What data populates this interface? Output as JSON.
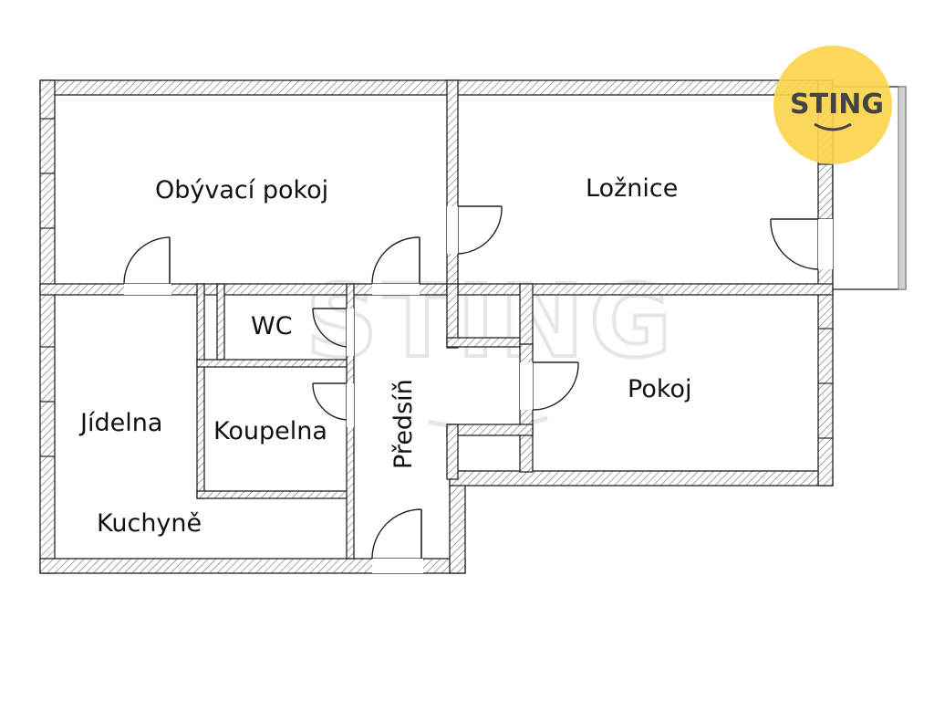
{
  "plan": {
    "rooms": {
      "obyvaci_pokoj": "Obývací pokoj",
      "loznice": "Ložnice",
      "wc": "WC",
      "jidelna": "Jídelna",
      "koupelna": "Koupelna",
      "kuchyne": "Kuchyně",
      "predsin": "Předsíň",
      "pokoj": "Pokoj"
    }
  },
  "brand": {
    "logo_text": "STING",
    "watermark_text": "STING",
    "logo_color": "#fbd54b",
    "logo_text_color": "#444444"
  },
  "colors": {
    "wall": "#222222",
    "hatch": "#666666",
    "background": "#ffffff"
  }
}
